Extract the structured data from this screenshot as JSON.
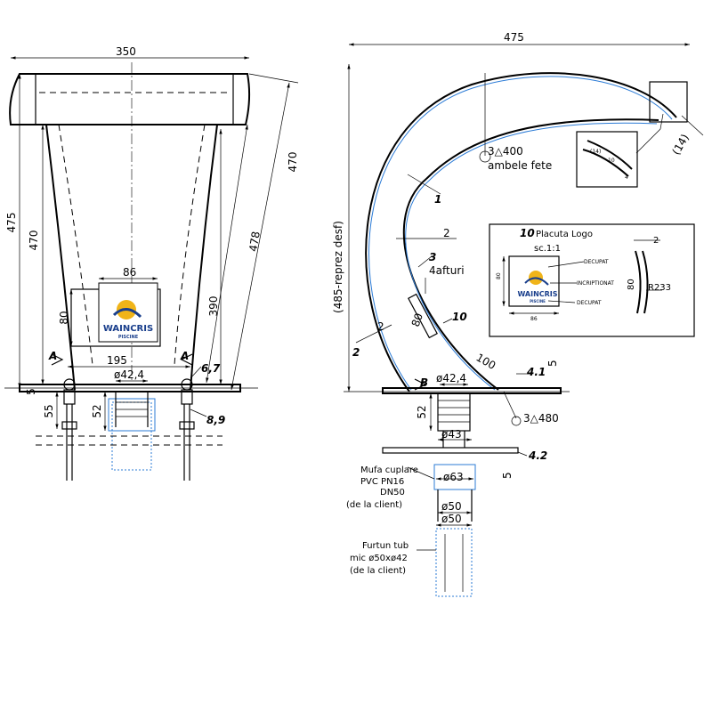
{
  "colors": {
    "line": "#000000",
    "blue": "#2b7bd6",
    "logo_blue": "#1a3f8c",
    "logo_sun": "#f0b419"
  },
  "front": {
    "w350": "350",
    "h475": "475",
    "h470": "470",
    "h470r": "470",
    "h478": "478",
    "h390": "390",
    "w86": "86",
    "h80": "80",
    "w195": "195",
    "d42": "ø42,4",
    "h52": "52",
    "h55": "55",
    "h5": "5",
    "secA": "A",
    "secA2": "A",
    "ref67": "6,7",
    "ref89": "8,9"
  },
  "side": {
    "w475": "475",
    "h485": "(485-reprez desf)",
    "r400": "3△400",
    "both": "ambele fete",
    "n1": "1",
    "n2": "2",
    "n3": "3",
    "n10": "10",
    "t2a": "2",
    "t2b": "2",
    "afturi": "4afturi",
    "l80": "80",
    "l100": "100",
    "n41": "4.1",
    "n42": "4.2",
    "h5": "5",
    "h5b": "5",
    "secB": "B",
    "d42": "ø42,4",
    "h52": "52",
    "d43": "ø43",
    "r480": "3△480",
    "d14a": "(14)",
    "d14b": "(14)",
    "d10": "10",
    "d4": "4"
  },
  "logo_detail": {
    "title_num": "10",
    "title": "Placuta Logo",
    "scale": "sc.1:1",
    "w86": "86",
    "h80": "80",
    "decupat1": "DECUPAT",
    "inscriptionat": "INCRIPTIONAT",
    "decupat2": "DECUPAT",
    "t2": "2",
    "h80b": "80",
    "r233": "R233"
  },
  "logo": {
    "brand": "WAINCRIS",
    "sub": "PISCINE"
  },
  "mufa": {
    "l1": "Mufa cuplare",
    "l2": "PVC PN16",
    "l3": "DN50",
    "l4": "(de la client)",
    "d63": "ø63",
    "d50": "ø50"
  },
  "furtun": {
    "l1": "Furtun tub",
    "l2": "mic ø50xø42",
    "l3": "(de la client)",
    "d50": "ø50"
  }
}
